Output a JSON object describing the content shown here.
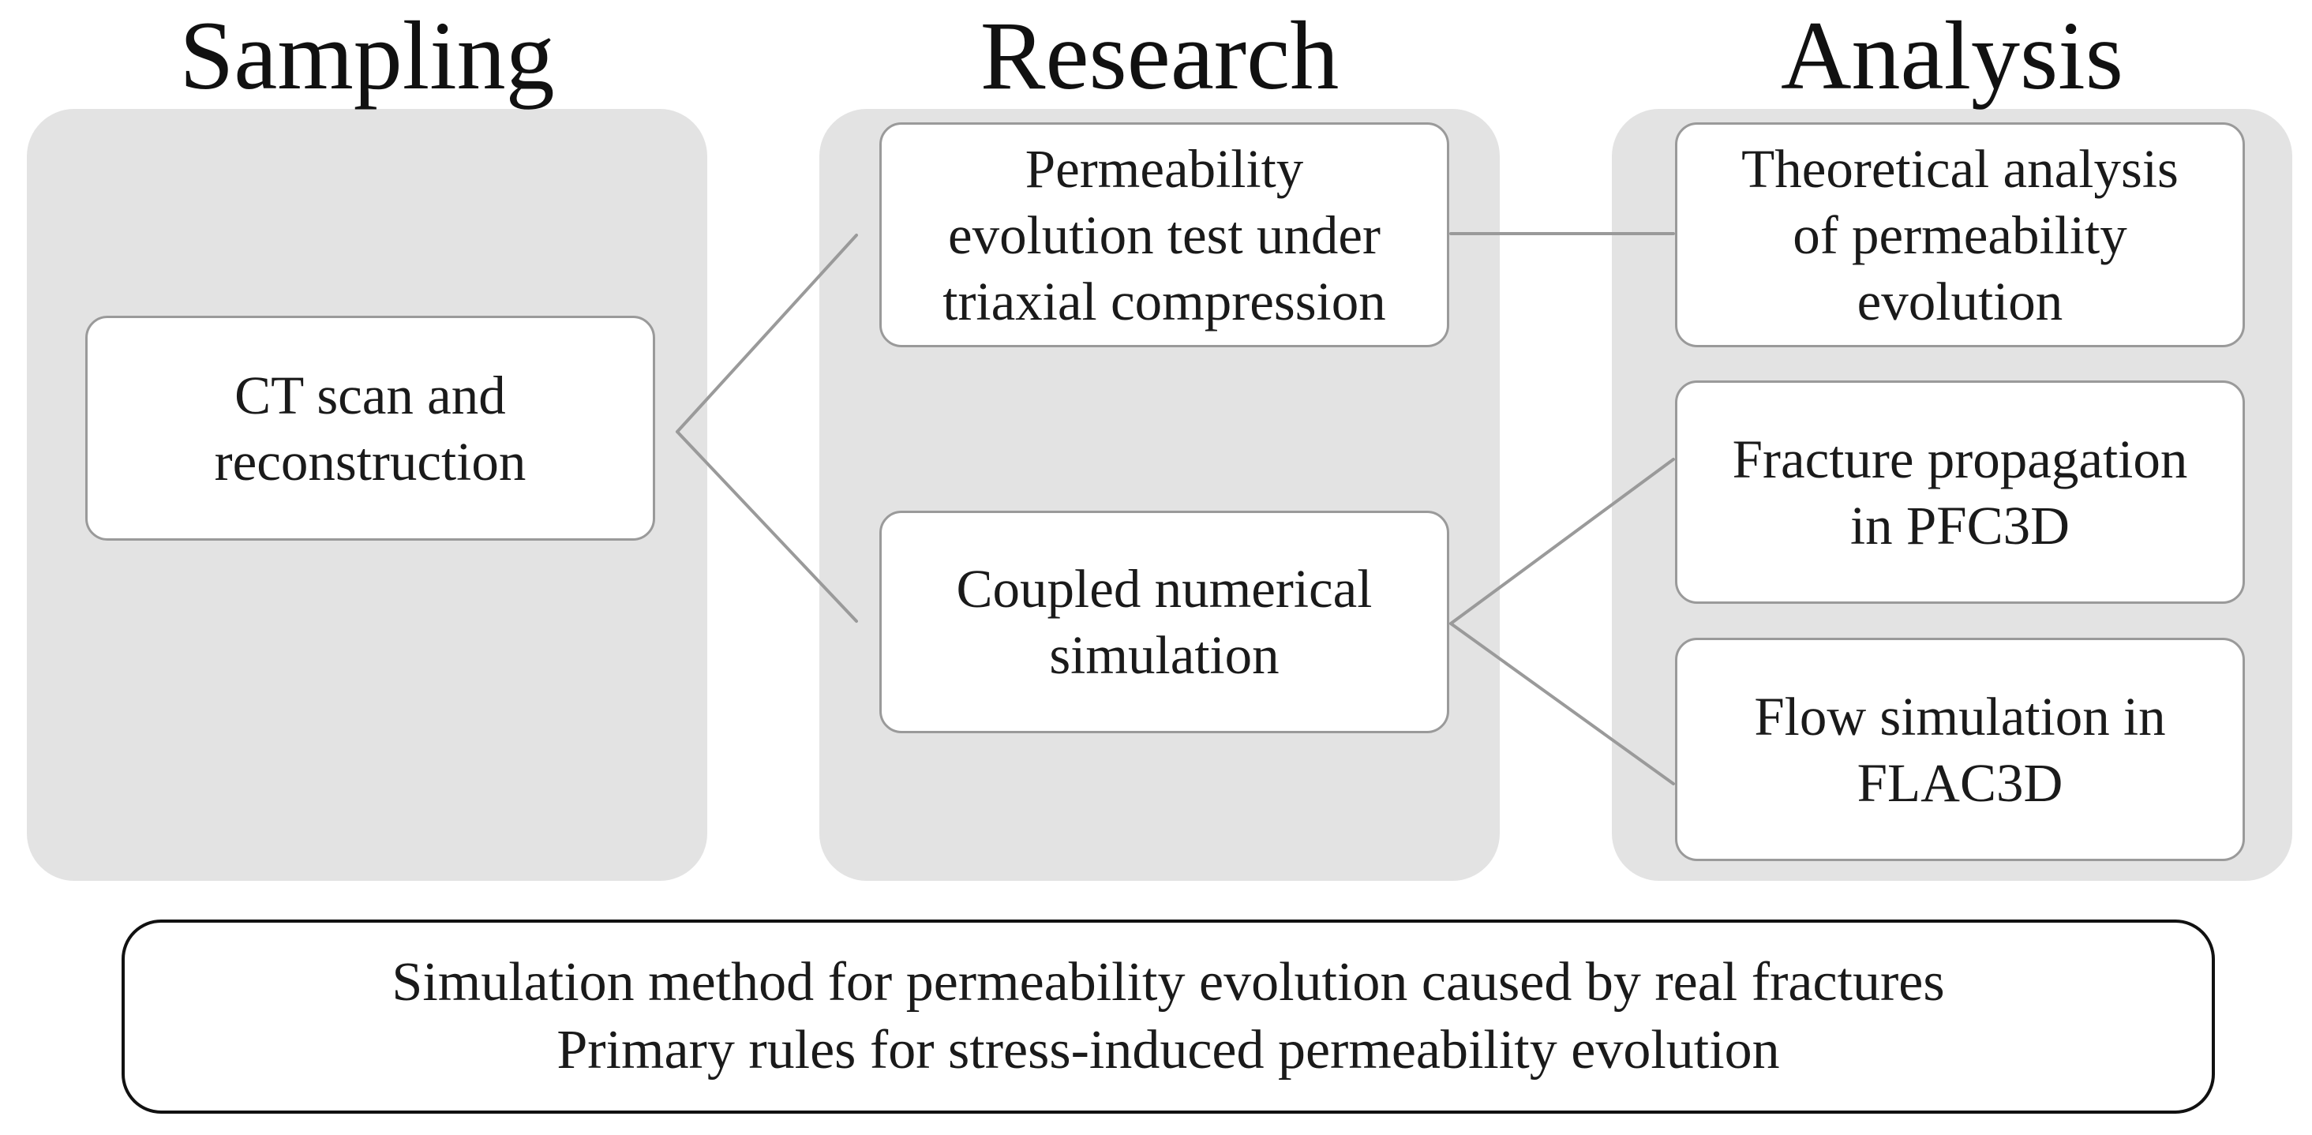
{
  "headings": {
    "sampling": "Sampling",
    "research": "Research",
    "analysis": "Analysis"
  },
  "boxes": {
    "ct_scan": "CT scan and\nreconstruction",
    "permeability_test": "Permeability\nevolution test under\ntriaxial compression",
    "coupled_simulation": "Coupled numerical\nsimulation",
    "theoretical_analysis": "Theoretical analysis\nof permeability\nevolution",
    "fracture_propagation": "Fracture propagation\nin PFC3D",
    "flow_simulation": "Flow simulation in\nFLAC3D"
  },
  "summary": {
    "line1": "Simulation method for permeability evolution caused by real fractures",
    "line2": "Primary rules for stress-induced permeability evolution"
  },
  "colors": {
    "panel": "#e3e3e3",
    "box_border": "#9a9a9a",
    "connector": "#9a9a9a",
    "summary_border": "#111111"
  }
}
